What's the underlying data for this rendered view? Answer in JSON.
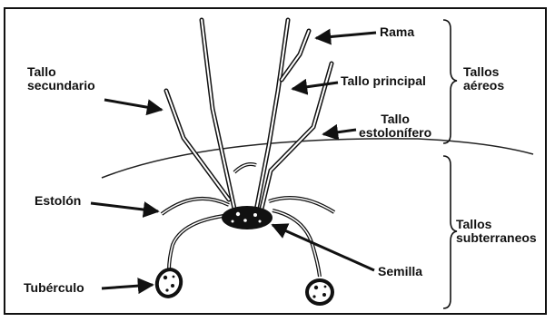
{
  "labels": {
    "rama": "Rama",
    "tallo_principal": "Tallo principal",
    "tallo_estolonifero_line1": "Tallo",
    "tallo_estolonifero_line2": "estolonífero",
    "tallo_secundario_line1": "Tallo",
    "tallo_secundario_line2": "secundario",
    "estolon": "Estolón",
    "tuberculo": "Tubérculo",
    "semilla": "Semilla",
    "tallos_aereos_line1": "Tallos",
    "tallos_aereos_line2": "aéreos",
    "tallos_subterraneos_line1": "Tallos",
    "tallos_subterraneos_line2": "subterraneos"
  }
}
